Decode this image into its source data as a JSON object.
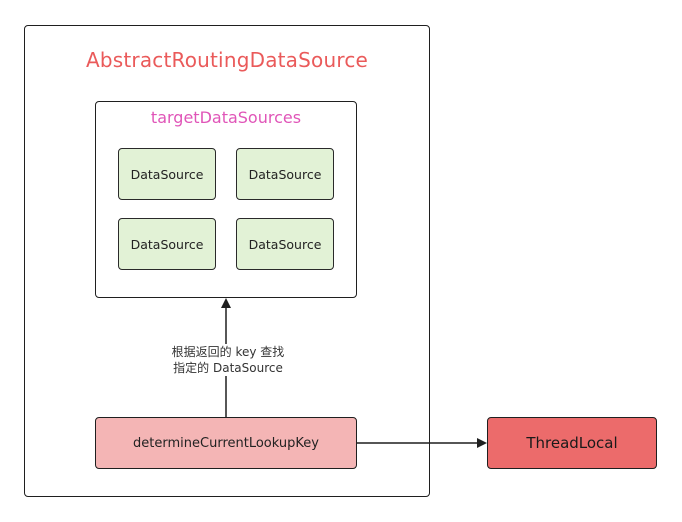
{
  "outer": {
    "title": "AbstractRoutingDataSource"
  },
  "inner": {
    "title": "targetDataSources",
    "items": [
      {
        "label": "DataSource"
      },
      {
        "label": "DataSource"
      },
      {
        "label": "DataSource"
      },
      {
        "label": "DataSource"
      }
    ]
  },
  "lookup": {
    "label": "determineCurrentLookupKey"
  },
  "threadlocal": {
    "label": "ThreadLocal"
  },
  "arrow_label": {
    "line1": "根据返回的 key 查找",
    "line2": "指定的 DataSource"
  },
  "colors": {
    "outer_title": "#ea5a5a",
    "inner_title": "#e055b8",
    "datasource_fill": "#e2f2d6",
    "lookup_fill": "#f4b5b5",
    "threadlocal_fill": "#ec6b6b"
  }
}
